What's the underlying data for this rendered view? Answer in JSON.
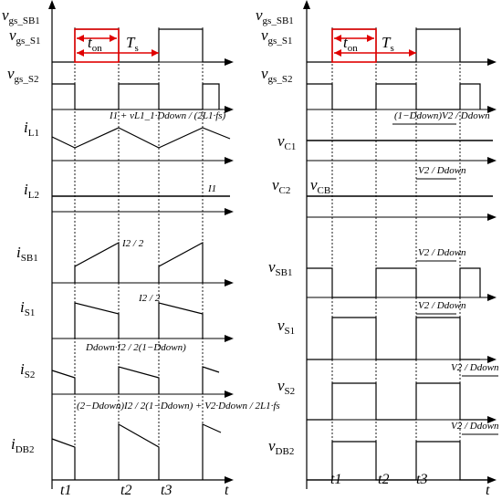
{
  "left_panel": {
    "labels": [
      {
        "key": "gs_sb1",
        "base": "v",
        "sub": "gs_SB1"
      },
      {
        "key": "gs_s1",
        "base": "v",
        "sub": "gs_S1"
      },
      {
        "key": "gs_s2",
        "base": "v",
        "sub": "gs_S2"
      },
      {
        "key": "il1",
        "base": "i",
        "sub": "L1"
      },
      {
        "key": "il2",
        "base": "i",
        "sub": "L2"
      },
      {
        "key": "isb1",
        "base": "i",
        "sub": "SB1"
      },
      {
        "key": "is1",
        "base": "i",
        "sub": "S1"
      },
      {
        "key": "is2",
        "base": "i",
        "sub": "S2"
      },
      {
        "key": "idb2",
        "base": "i",
        "sub": "DB2"
      }
    ],
    "t_on": {
      "base": "t",
      "sub": "on"
    },
    "t_s": {
      "base": "T",
      "sub": "s"
    },
    "annot_il1": "I1 + vL1_1·Ddown / (2L1·fs)",
    "annot_il2": "I1",
    "annot_isb1": "I2 / 2",
    "annot_is1": "I2 / 2",
    "annot_is2": "Ddown·I2 / 2(1−Ddown)",
    "annot_idb2": "(2−Ddown)I2 / 2(1−Ddown) + V2·Ddown / 2L1·fs",
    "ticks": [
      "t1",
      "t2",
      "t3",
      "t"
    ]
  },
  "right_panel": {
    "labels": [
      {
        "key": "gs_sb1",
        "base": "v",
        "sub": "gs_SB1"
      },
      {
        "key": "gs_s1",
        "base": "v",
        "sub": "gs_S1"
      },
      {
        "key": "gs_s2",
        "base": "v",
        "sub": "gs_S2"
      },
      {
        "key": "vc1",
        "base": "v",
        "sub": "C1"
      },
      {
        "key": "vc2",
        "base": "v",
        "sub": "C2"
      },
      {
        "key": "vsb1",
        "base": "v",
        "sub": "SB1"
      },
      {
        "key": "vs1",
        "base": "v",
        "sub": "S1"
      },
      {
        "key": "vs2",
        "base": "v",
        "sub": "S2"
      },
      {
        "key": "vdb2",
        "base": "v",
        "sub": "DB2"
      }
    ],
    "vcb_label": {
      "base": "v",
      "sub": "CB"
    },
    "annot_vc1": "(1−Ddown)V2 / Ddown",
    "annot_vc2": "V2 / Ddown",
    "annot_vsb1": "V2 / Ddown",
    "annot_vs1": "V2 / Ddown",
    "annot_vs2": "V2 / Ddown",
    "annot_vdb2": "V2 / Ddown",
    "ticks": [
      "t1",
      "t2",
      "t3",
      "t"
    ]
  }
}
